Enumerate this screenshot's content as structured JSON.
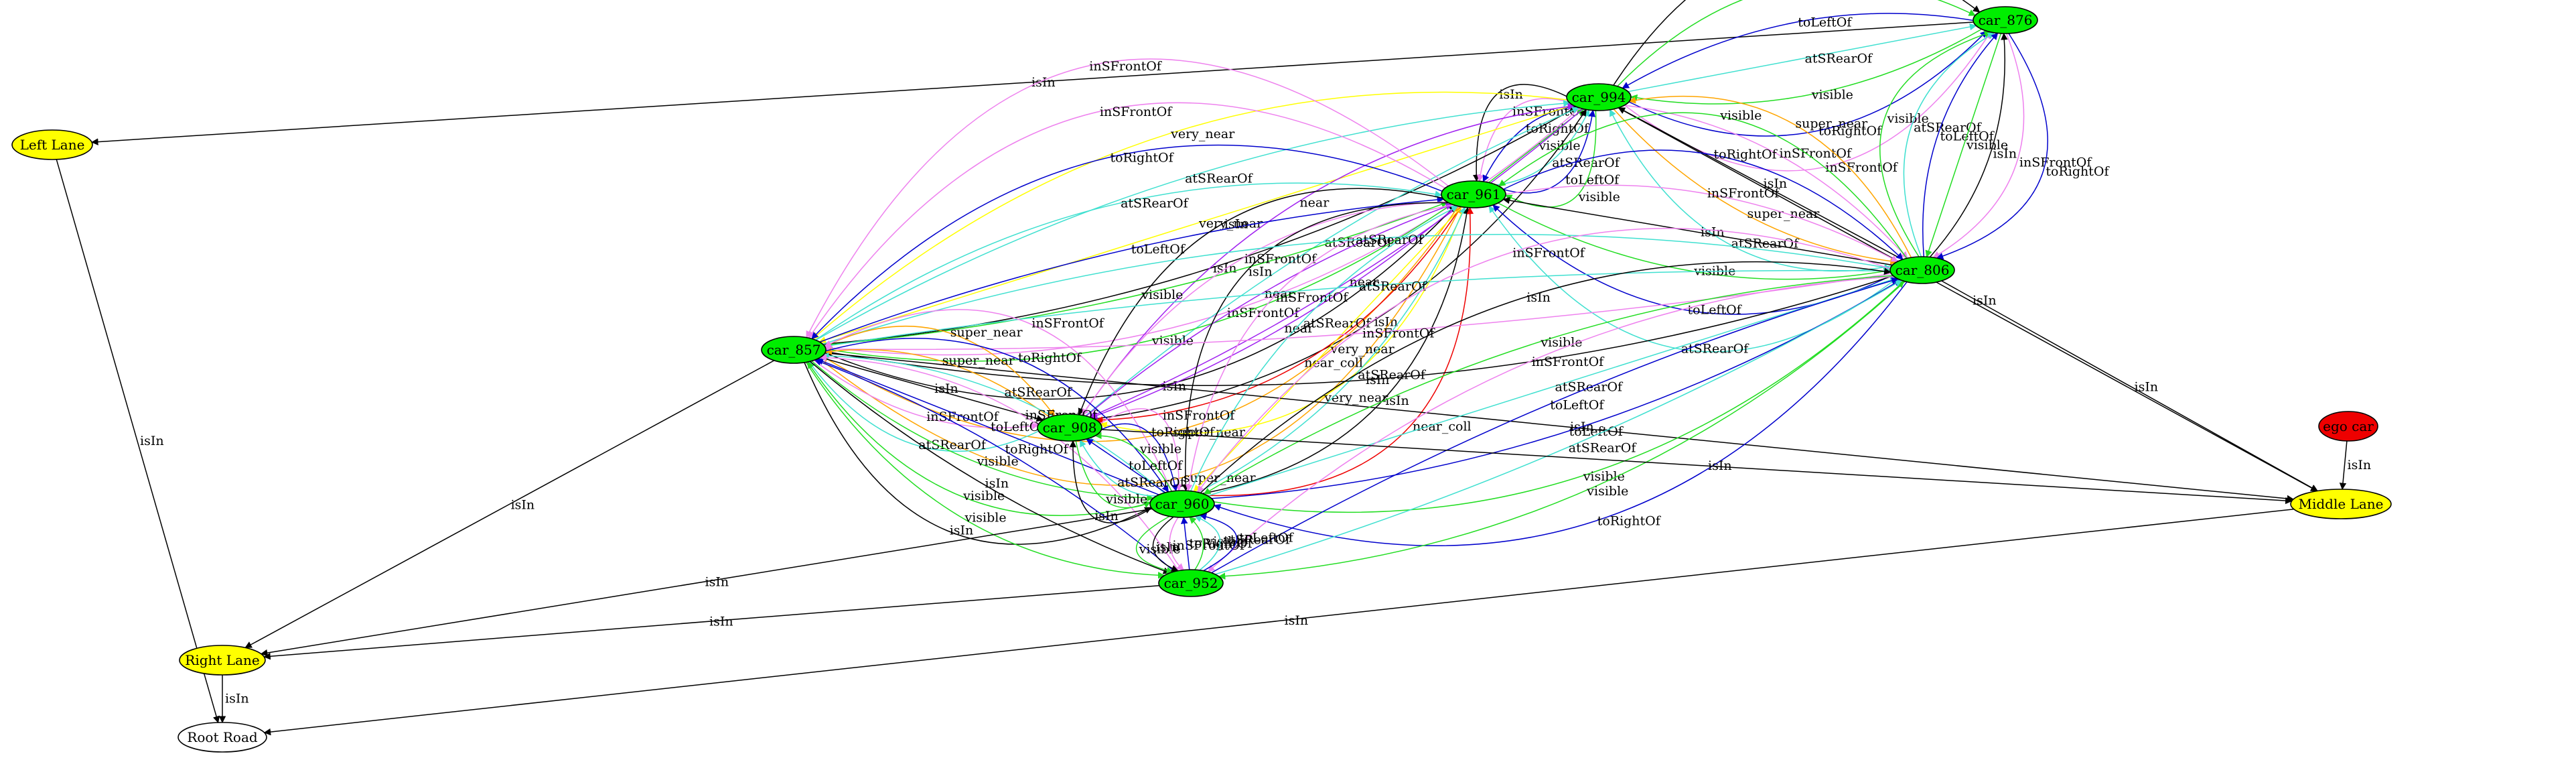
{
  "colors": {
    "car_node": "#00ee00",
    "lane_node": "#ffff00",
    "ego_node": "#ee0000",
    "road_node": "#ffffff",
    "isIn": "#000000",
    "toRightOf": "#0000cc",
    "toLeftOf": "#0000cc",
    "visible": "#22dd22",
    "atSRearOf": "#40e0d0",
    "inSFrontOf": "#ee82ee",
    "very_near": "#ffff00",
    "super_near": "#ffa500",
    "near": "#a020f0",
    "near_coll": "#ee0000"
  },
  "nodes": [
    {
      "id": "car_876",
      "label": "car_876",
      "kind": "car"
    },
    {
      "id": "car_994",
      "label": "car_994",
      "kind": "car"
    },
    {
      "id": "car_961",
      "label": "car_961",
      "kind": "car"
    },
    {
      "id": "car_806",
      "label": "car_806",
      "kind": "car"
    },
    {
      "id": "car_857",
      "label": "car_857",
      "kind": "car"
    },
    {
      "id": "car_908",
      "label": "car_908",
      "kind": "car"
    },
    {
      "id": "car_960",
      "label": "car_960",
      "kind": "car"
    },
    {
      "id": "car_952",
      "label": "car_952",
      "kind": "car"
    },
    {
      "id": "left_lane",
      "label": "Left Lane",
      "kind": "lane"
    },
    {
      "id": "middle_lane",
      "label": "Middle Lane",
      "kind": "lane"
    },
    {
      "id": "right_lane",
      "label": "Right Lane",
      "kind": "lane"
    },
    {
      "id": "ego_car",
      "label": "ego car",
      "kind": "ego"
    },
    {
      "id": "root_road",
      "label": "Root Road",
      "kind": "road"
    }
  ],
  "edges": [
    {
      "from": "car_876",
      "to": "left_lane",
      "label": "isIn"
    },
    {
      "from": "left_lane",
      "to": "root_road",
      "label": "isIn"
    },
    {
      "from": "right_lane",
      "to": "root_road",
      "label": "isIn"
    },
    {
      "from": "middle_lane",
      "to": "root_road",
      "label": "isIn"
    },
    {
      "from": "ego_car",
      "to": "middle_lane",
      "label": "isIn"
    },
    {
      "from": "car_994",
      "to": "car_876",
      "label": "inSFrontOf"
    },
    {
      "from": "car_994",
      "to": "car_876",
      "label": "toRightOf"
    },
    {
      "from": "car_876",
      "to": "car_994",
      "label": "visible"
    },
    {
      "from": "car_994",
      "to": "car_876",
      "label": "atSRearOf"
    },
    {
      "from": "car_876",
      "to": "car_994",
      "label": "toLeftOf"
    },
    {
      "from": "car_994",
      "to": "car_876",
      "label": "visible"
    },
    {
      "from": "car_994",
      "to": "car_876",
      "label": "isIn"
    },
    {
      "from": "car_806",
      "to": "car_876",
      "label": "visible"
    },
    {
      "from": "car_806",
      "to": "car_876",
      "label": "atSRearOf"
    },
    {
      "from": "car_806",
      "to": "car_876",
      "label": "toLeftOf"
    },
    {
      "from": "car_876",
      "to": "car_806",
      "label": "visible"
    },
    {
      "from": "car_806",
      "to": "car_876",
      "label": "isIn"
    },
    {
      "from": "car_876",
      "to": "car_806",
      "label": "inSFrontOf"
    },
    {
      "from": "car_876",
      "to": "car_806",
      "label": "toRightOf"
    },
    {
      "from": "car_994",
      "to": "car_961",
      "label": "isIn"
    },
    {
      "from": "car_994",
      "to": "car_961",
      "label": "inSFrontOf"
    },
    {
      "from": "car_994",
      "to": "car_961",
      "label": "toRightOf"
    },
    {
      "from": "car_961",
      "to": "car_994",
      "label": "visible"
    },
    {
      "from": "car_961",
      "to": "car_994",
      "label": "atSRearOf"
    },
    {
      "from": "car_961",
      "to": "car_994",
      "label": "toLeftOf"
    },
    {
      "from": "car_994",
      "to": "car_961",
      "label": "visible"
    },
    {
      "from": "car_806",
      "to": "car_994",
      "label": "atSRearOf"
    },
    {
      "from": "car_994",
      "to": "car_806",
      "label": "super_near"
    },
    {
      "from": "car_806",
      "to": "car_994",
      "label": "isIn"
    },
    {
      "from": "car_994",
      "to": "car_806",
      "label": "inSFrontOf"
    },
    {
      "from": "car_806",
      "to": "car_994",
      "label": "super_near"
    },
    {
      "from": "car_994",
      "to": "middle_lane",
      "label": "isIn"
    },
    {
      "from": "car_994",
      "to": "car_857",
      "label": "very_near"
    },
    {
      "from": "car_857",
      "to": "car_994",
      "label": "atSRearOf"
    },
    {
      "from": "car_994",
      "to": "car_857",
      "label": "very_near"
    },
    {
      "from": "car_857",
      "to": "car_994",
      "label": "isIn"
    },
    {
      "from": "car_994",
      "to": "car_857",
      "label": "inSFrontOf"
    },
    {
      "from": "car_908",
      "to": "car_994",
      "label": "near"
    },
    {
      "from": "car_908",
      "to": "car_994",
      "label": "atSRearOf"
    },
    {
      "from": "car_994",
      "to": "car_908",
      "label": "near"
    },
    {
      "from": "car_908",
      "to": "car_994",
      "label": "isIn"
    },
    {
      "from": "car_961",
      "to": "car_857",
      "label": "inSFrontOf"
    },
    {
      "from": "car_961",
      "to": "car_857",
      "label": "inSFrontOf"
    },
    {
      "from": "car_961",
      "to": "car_857",
      "label": "toRightOf"
    },
    {
      "from": "car_857",
      "to": "car_961",
      "label": "atSRearOf"
    },
    {
      "from": "car_857",
      "to": "car_961",
      "label": "toLeftOf"
    },
    {
      "from": "car_857",
      "to": "car_961",
      "label": "visible"
    },
    {
      "from": "car_961",
      "to": "car_857",
      "label": "visible"
    },
    {
      "from": "car_857",
      "to": "car_961",
      "label": "isIn"
    },
    {
      "from": "car_806",
      "to": "car_961",
      "label": "atSRearOf"
    },
    {
      "from": "car_806",
      "to": "car_961",
      "label": "toLeftOf"
    },
    {
      "from": "car_961",
      "to": "car_806",
      "label": "visible"
    },
    {
      "from": "car_806",
      "to": "car_961",
      "label": "isIn"
    },
    {
      "from": "car_961",
      "to": "car_806",
      "label": "inSFrontOf"
    },
    {
      "from": "car_961",
      "to": "car_806",
      "label": "toRightOf"
    },
    {
      "from": "car_806",
      "to": "car_961",
      "label": "visible"
    },
    {
      "from": "car_961",
      "to": "car_908",
      "label": "isIn"
    },
    {
      "from": "car_961",
      "to": "car_908",
      "label": "inSFrontOf"
    },
    {
      "from": "car_908",
      "to": "car_961",
      "label": "near"
    },
    {
      "from": "car_961",
      "to": "car_908",
      "label": "near"
    },
    {
      "from": "car_961",
      "to": "car_857",
      "label": "super_near"
    },
    {
      "from": "car_857",
      "to": "car_961",
      "label": "super_near"
    },
    {
      "from": "car_961",
      "to": "car_908",
      "label": "near_coll"
    },
    {
      "from": "car_961",
      "to": "car_908",
      "label": "very_near"
    },
    {
      "from": "car_961",
      "to": "car_960",
      "label": "isIn"
    },
    {
      "from": "car_961",
      "to": "car_960",
      "label": "inSFrontOf"
    },
    {
      "from": "car_960",
      "to": "car_961",
      "label": "atSRearOf"
    },
    {
      "from": "car_961",
      "to": "car_960",
      "label": "very_near"
    },
    {
      "from": "car_960",
      "to": "car_961",
      "label": "atSRearOf"
    },
    {
      "from": "car_960",
      "to": "car_961",
      "label": "isIn"
    },
    {
      "from": "car_960",
      "to": "car_961",
      "label": "near_coll"
    },
    {
      "from": "car_806",
      "to": "car_857",
      "label": "isIn"
    },
    {
      "from": "car_806",
      "to": "car_857",
      "label": "inSFrontOf"
    },
    {
      "from": "car_857",
      "to": "car_806",
      "label": "atSRearOf"
    },
    {
      "from": "car_857",
      "to": "car_806",
      "label": "atSRearOf"
    },
    {
      "from": "car_857",
      "to": "middle_lane",
      "label": "isIn"
    },
    {
      "from": "car_806",
      "to": "car_960",
      "label": "toRightOf"
    },
    {
      "from": "car_960",
      "to": "car_806",
      "label": "visible"
    },
    {
      "from": "car_960",
      "to": "car_806",
      "label": "toLeftOf"
    },
    {
      "from": "car_960",
      "to": "car_806",
      "label": "atSRearOf"
    },
    {
      "from": "car_806",
      "to": "car_960",
      "label": "visible"
    },
    {
      "from": "car_960",
      "to": "car_806",
      "label": "isIn"
    },
    {
      "from": "car_806",
      "to": "car_960",
      "label": "inSFrontOf"
    },
    {
      "from": "car_806",
      "to": "car_952",
      "label": "visible"
    },
    {
      "from": "car_952",
      "to": "car_806",
      "label": "atSRearOf"
    },
    {
      "from": "car_952",
      "to": "car_806",
      "label": "toLeftOf"
    },
    {
      "from": "car_806",
      "to": "car_952",
      "label": "inSFrontOf"
    },
    {
      "from": "car_806",
      "to": "middle_lane",
      "label": "isIn"
    },
    {
      "from": "car_857",
      "to": "car_908",
      "label": "super_near"
    },
    {
      "from": "car_908",
      "to": "car_857",
      "label": "super_near"
    },
    {
      "from": "car_857",
      "to": "car_908",
      "label": "isIn"
    },
    {
      "from": "car_857",
      "to": "car_908",
      "label": "inSFrontOf"
    },
    {
      "from": "car_908",
      "to": "car_857",
      "label": "atSRearOf"
    },
    {
      "from": "car_960",
      "to": "car_857",
      "label": "inSFrontOf"
    },
    {
      "from": "car_857",
      "to": "car_960",
      "label": "toRightOf"
    },
    {
      "from": "car_960",
      "to": "car_857",
      "label": "atSRearOf"
    },
    {
      "from": "car_960",
      "to": "car_857",
      "label": "toLeftOf"
    },
    {
      "from": "car_857",
      "to": "car_960",
      "label": "visible"
    },
    {
      "from": "car_960",
      "to": "car_857",
      "label": "visible"
    },
    {
      "from": "car_857",
      "to": "car_960",
      "label": "isIn"
    },
    {
      "from": "car_952",
      "to": "car_857",
      "label": "inSFrontOf"
    },
    {
      "from": "car_952",
      "to": "car_857",
      "label": "toRightOf"
    },
    {
      "from": "car_857",
      "to": "car_952",
      "label": "isIn"
    },
    {
      "from": "car_857",
      "to": "car_952",
      "label": "visible"
    },
    {
      "from": "car_857",
      "to": "right_lane",
      "label": "isIn"
    },
    {
      "from": "car_908",
      "to": "car_960",
      "label": "inSFrontOf"
    },
    {
      "from": "car_908",
      "to": "car_960",
      "label": "toRightOf"
    },
    {
      "from": "car_960",
      "to": "car_908",
      "label": "visible"
    },
    {
      "from": "car_960",
      "to": "car_908",
      "label": "toLeftOf"
    },
    {
      "from": "car_960",
      "to": "car_908",
      "label": "atSRearOf"
    },
    {
      "from": "car_908",
      "to": "car_960",
      "label": "visible"
    },
    {
      "from": "car_960",
      "to": "car_908",
      "label": "isIn"
    },
    {
      "from": "car_908",
      "to": "middle_lane",
      "label": "isIn"
    },
    {
      "from": "car_960",
      "to": "car_952",
      "label": "visible"
    },
    {
      "from": "car_960",
      "to": "car_952",
      "label": "isIn"
    },
    {
      "from": "car_960",
      "to": "car_952",
      "label": "inSFrontOf"
    },
    {
      "from": "car_952",
      "to": "car_960",
      "label": "toRightOf"
    },
    {
      "from": "car_952",
      "to": "car_960",
      "label": "visible"
    },
    {
      "from": "car_952",
      "to": "car_960",
      "label": "atSRearOf"
    },
    {
      "from": "car_952",
      "to": "car_960",
      "label": "toLeftOf"
    },
    {
      "from": "car_960",
      "to": "right_lane",
      "label": "isIn"
    },
    {
      "from": "car_952",
      "to": "right_lane",
      "label": "isIn"
    }
  ]
}
